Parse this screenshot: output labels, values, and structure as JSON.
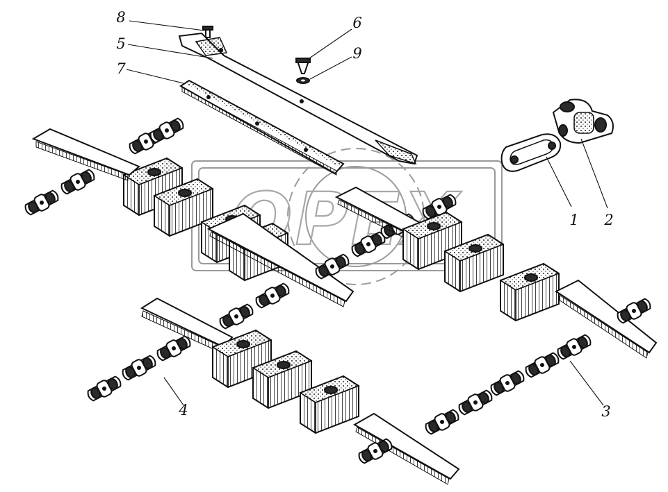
{
  "figure": {
    "watermark_text": "OPEX",
    "callouts": [
      {
        "id": "1",
        "label": "1"
      },
      {
        "id": "2",
        "label": "2"
      },
      {
        "id": "3",
        "label": "3"
      },
      {
        "id": "4",
        "label": "4"
      },
      {
        "id": "5",
        "label": "5"
      },
      {
        "id": "6",
        "label": "6"
      },
      {
        "id": "7",
        "label": "7"
      },
      {
        "id": "8",
        "label": "8"
      },
      {
        "id": "9",
        "label": "9"
      }
    ]
  }
}
